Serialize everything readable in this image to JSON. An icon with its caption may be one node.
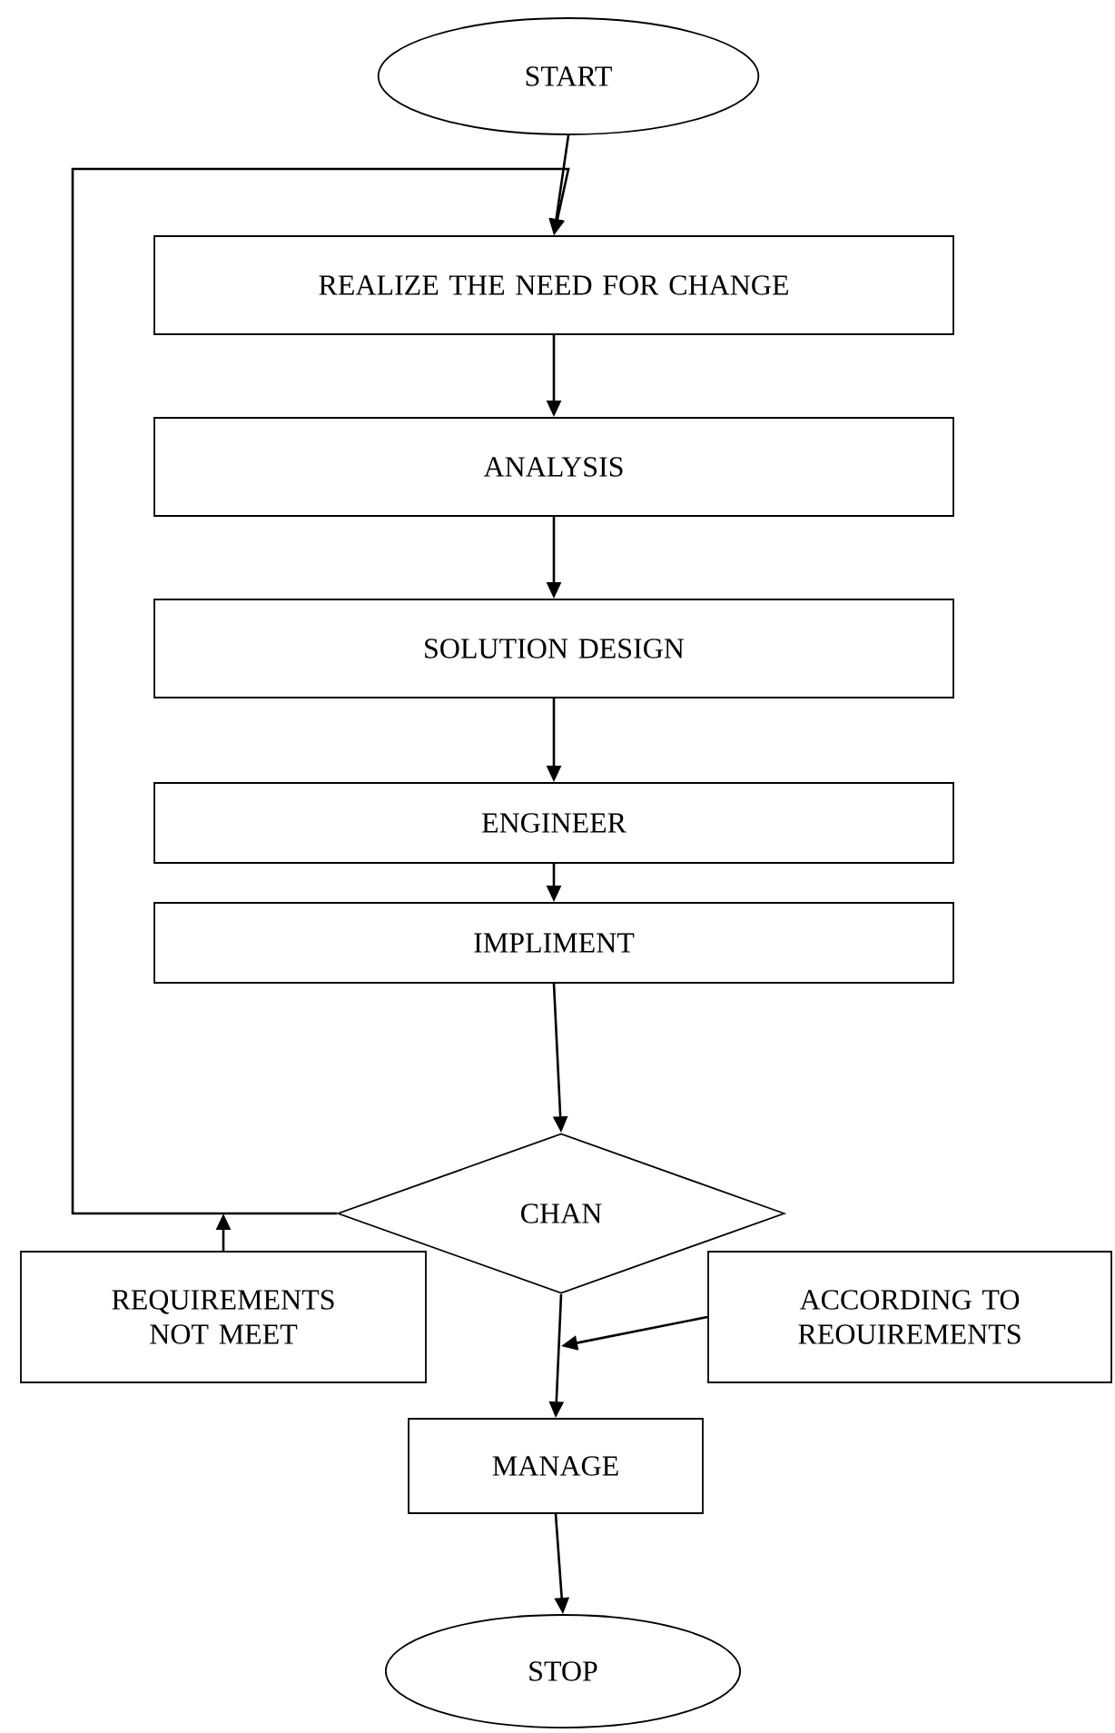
{
  "diagram": {
    "nodes": [
      {
        "text": [
          "START"
        ]
      },
      {
        "text": [
          "REALIZE THE NEED FOR CHANGE"
        ]
      },
      {
        "text": [
          "ANALYSIS"
        ]
      },
      {
        "text": [
          "SOLUTION DESIGN"
        ]
      },
      {
        "text": [
          "ENGINEER"
        ]
      },
      {
        "text": [
          "IMPLIMENT"
        ]
      },
      {
        "text": [
          "CHAN"
        ]
      },
      {
        "text": [
          "REQUIREMENTS NOT MEET"
        ]
      },
      {
        "text": [
          "ACCORDING TO REOUIREMENTS"
        ]
      },
      {
        "text": [
          "MANAGE"
        ]
      },
      {
        "text": [
          "STOP"
        ]
      }
    ],
    "edges": [
      {
        "from": 0,
        "to": 1,
        "arrow": "to"
      },
      {
        "from": 1,
        "to": 2,
        "arrow": "to"
      },
      {
        "from": 2,
        "to": 3,
        "arrow": "to"
      },
      {
        "from": 3,
        "to": 4,
        "arrow": "to"
      },
      {
        "from": 4,
        "to": 5,
        "arrow": "to"
      },
      {
        "from": 5,
        "to": 6,
        "arrow": "to"
      },
      {
        "from": 6,
        "to": 1,
        "arrow": "to"
      },
      {
        "from": 7,
        "to": null,
        "arrow": "to"
      },
      {
        "from": 8,
        "to": null,
        "arrow": "to"
      },
      {
        "from": 6,
        "to": 9,
        "arrow": "to"
      },
      {
        "from": 9,
        "to": 10,
        "arrow": "to"
      }
    ]
  }
}
